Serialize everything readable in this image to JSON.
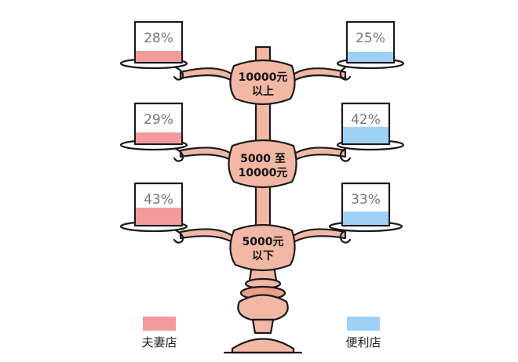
{
  "colors": {
    "couple_store": "#f39a9a",
    "convenience_store": "#9fd0f5",
    "stand": "#f2b8a5",
    "stand_dark": "#e8a08a",
    "outline": "#1a1a1a",
    "cup_text": "#777777"
  },
  "legend": {
    "couple_store": "夫妻店",
    "convenience_store": "便利店"
  },
  "tiers": [
    {
      "label_line1": "10000元",
      "label_line2": "以上",
      "left_label": "28%",
      "right_label": "25%"
    },
    {
      "label_line1": "5000 至",
      "label_line2": "10000元",
      "left_label": "29%",
      "right_label": "42%"
    },
    {
      "label_line1": "5000元",
      "label_line2": "以下",
      "left_label": "43%",
      "right_label": "33%"
    }
  ],
  "chart_data": {
    "type": "bar",
    "categories": [
      "10000元以上",
      "5000 至 10000元",
      "5000元以下"
    ],
    "series": [
      {
        "name": "夫妻店",
        "values": [
          28,
          29,
          43
        ]
      },
      {
        "name": "便利店",
        "values": [
          25,
          42,
          33
        ]
      }
    ],
    "unit": "%",
    "ylim": [
      0,
      100
    ],
    "legend_position": "bottom"
  }
}
